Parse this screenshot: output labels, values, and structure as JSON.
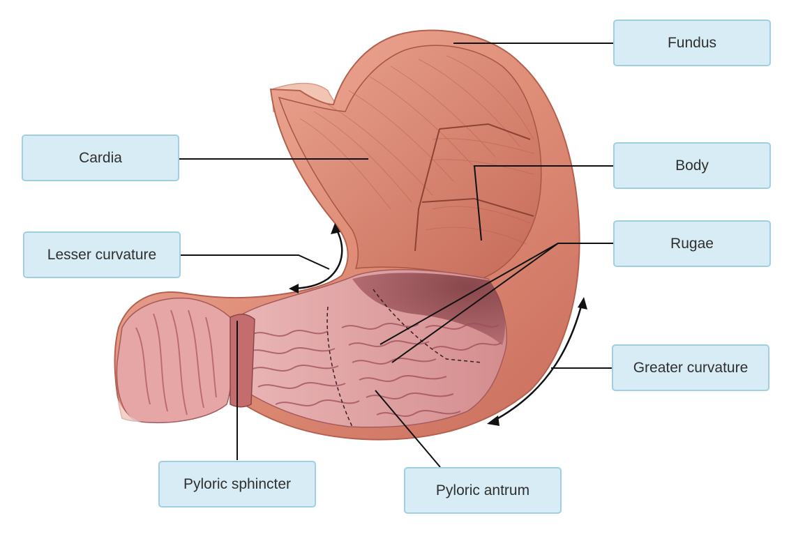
{
  "labels": {
    "fundus": "Fundus",
    "cardia": "Cardia",
    "body": "Body",
    "rugae": "Rugae",
    "lesser_curvature": "Lesser curvature",
    "greater_curvature": "Greater curvature",
    "pyloric_sphincter": "Pyloric sphincter",
    "pyloric_antrum": "Pyloric antrum"
  },
  "colors": {
    "label_fill": "#d7ecf4",
    "label_border": "#9fd0e2",
    "label_text": "#2f2f2f",
    "leader_line": "#111111",
    "stomach_outer": "#d9836f",
    "muscle_layer": "#c9705e",
    "mucosa": "#d98b8f",
    "rugae_folds": "#b8606c"
  }
}
